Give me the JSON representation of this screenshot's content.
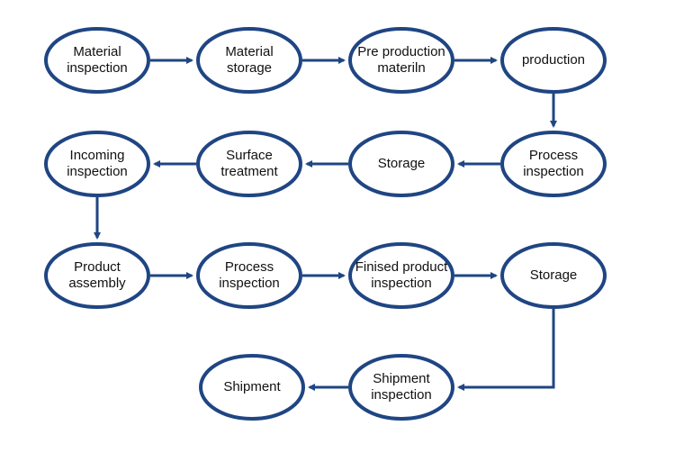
{
  "colors": {
    "stroke": "#1f4583",
    "text": "#111111",
    "background": "#ffffff"
  },
  "nodes": [
    {
      "id": "material-inspection",
      "label": "Material\ninspection"
    },
    {
      "id": "material-storage",
      "label": "Material\nstorage"
    },
    {
      "id": "pre-production-material",
      "label": "Pre production\nmateriln"
    },
    {
      "id": "production",
      "label": "production"
    },
    {
      "id": "process-inspection-1",
      "label": "Process\ninspection"
    },
    {
      "id": "storage-1",
      "label": "Storage"
    },
    {
      "id": "surface-treatment",
      "label": "Surface\ntreatment"
    },
    {
      "id": "incoming-inspection",
      "label": "Incoming\ninspection"
    },
    {
      "id": "product-assembly",
      "label": "Product\nassembly"
    },
    {
      "id": "process-inspection-2",
      "label": "Process\ninspection"
    },
    {
      "id": "finished-product-inspection",
      "label": "Finised product\ninspection"
    },
    {
      "id": "storage-2",
      "label": "Storage"
    },
    {
      "id": "shipment-inspection",
      "label": "Shipment\ninspection"
    },
    {
      "id": "shipment",
      "label": "Shipment"
    }
  ],
  "edges": [
    {
      "from": "material-inspection",
      "to": "material-storage"
    },
    {
      "from": "material-storage",
      "to": "pre-production-material"
    },
    {
      "from": "pre-production-material",
      "to": "production"
    },
    {
      "from": "production",
      "to": "process-inspection-1"
    },
    {
      "from": "process-inspection-1",
      "to": "storage-1"
    },
    {
      "from": "storage-1",
      "to": "surface-treatment"
    },
    {
      "from": "surface-treatment",
      "to": "incoming-inspection"
    },
    {
      "from": "incoming-inspection",
      "to": "product-assembly"
    },
    {
      "from": "product-assembly",
      "to": "process-inspection-2"
    },
    {
      "from": "process-inspection-2",
      "to": "finished-product-inspection"
    },
    {
      "from": "finished-product-inspection",
      "to": "storage-2"
    },
    {
      "from": "storage-2",
      "to": "shipment-inspection"
    },
    {
      "from": "shipment-inspection",
      "to": "shipment"
    }
  ]
}
